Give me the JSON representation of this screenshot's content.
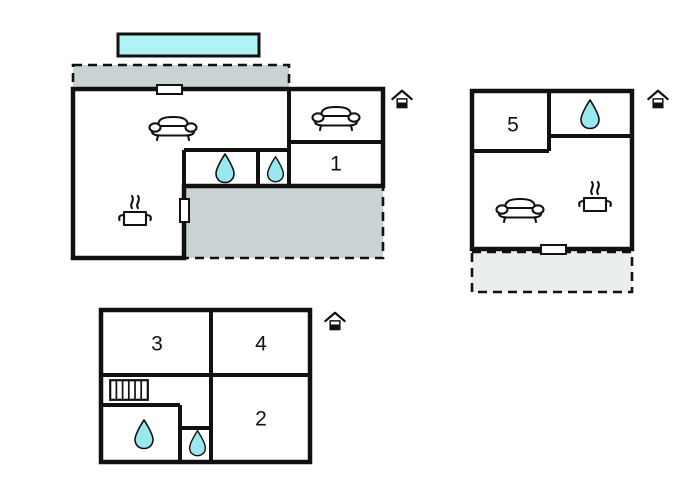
{
  "document": {
    "type": "floor-plan",
    "title": "",
    "background_color": "#ffffff"
  },
  "colors": {
    "wall": "#000000",
    "pool_fill": "#aff3f7",
    "water_drop_fill": "#9ae8ef",
    "terrace_gray": "#c9d3d3",
    "terrace_light": "#e9efee",
    "room_fill": "#ffffff",
    "text": "#111111"
  },
  "floors": [
    {
      "id": "floor-main",
      "name": "main-floor-plan",
      "north_icon": "home-icon",
      "pool": {
        "name": "swimming-pool",
        "label": ""
      },
      "terraces": [
        {
          "name": "terrace-north",
          "style": "gray-dashed"
        },
        {
          "name": "terrace-south",
          "style": "gray-dashed"
        }
      ],
      "rooms": [
        {
          "name": "living-room",
          "number": "",
          "icons": [
            "sofa-icon",
            "stove-icon"
          ]
        },
        {
          "name": "bathroom-large",
          "number": "",
          "icons": [
            "water-drop-icon"
          ]
        },
        {
          "name": "bathroom-small",
          "number": "",
          "icons": [
            "water-drop-icon"
          ]
        },
        {
          "name": "lounge-room",
          "number": "",
          "icons": [
            "sofa-icon"
          ]
        },
        {
          "name": "bedroom-1",
          "number": "1",
          "icons": []
        }
      ],
      "doors": [
        {
          "name": "door-north-wall"
        },
        {
          "name": "door-west-terrace"
        }
      ]
    },
    {
      "id": "floor-right",
      "name": "right-floor-plan",
      "north_icon": "home-icon",
      "terraces": [
        {
          "name": "terrace-south",
          "style": "light-dashed"
        }
      ],
      "rooms": [
        {
          "name": "bedroom-5",
          "number": "5",
          "icons": []
        },
        {
          "name": "bathroom",
          "number": "",
          "icons": [
            "water-drop-icon"
          ]
        },
        {
          "name": "living-kitchen",
          "number": "",
          "icons": [
            "sofa-icon",
            "stove-icon"
          ]
        }
      ],
      "doors": [
        {
          "name": "door-south-wall"
        }
      ]
    },
    {
      "id": "floor-bottom",
      "name": "bottom-floor-plan",
      "north_icon": "home-icon",
      "terraces": [],
      "rooms": [
        {
          "name": "bedroom-3",
          "number": "3",
          "icons": []
        },
        {
          "name": "bedroom-4",
          "number": "4",
          "icons": []
        },
        {
          "name": "bedroom-2",
          "number": "2",
          "icons": []
        },
        {
          "name": "bathroom-large",
          "number": "",
          "icons": [
            "water-drop-icon"
          ]
        },
        {
          "name": "bathroom-small",
          "number": "",
          "icons": [
            "water-drop-icon"
          ]
        }
      ],
      "stairs": {
        "name": "stairs-icon",
        "label": ""
      },
      "doors": []
    }
  ],
  "room_labels": {
    "main_bedroom_1": "1",
    "right_bedroom_5": "5",
    "bottom_bedroom_3": "3",
    "bottom_bedroom_4": "4",
    "bottom_bedroom_2": "2"
  }
}
